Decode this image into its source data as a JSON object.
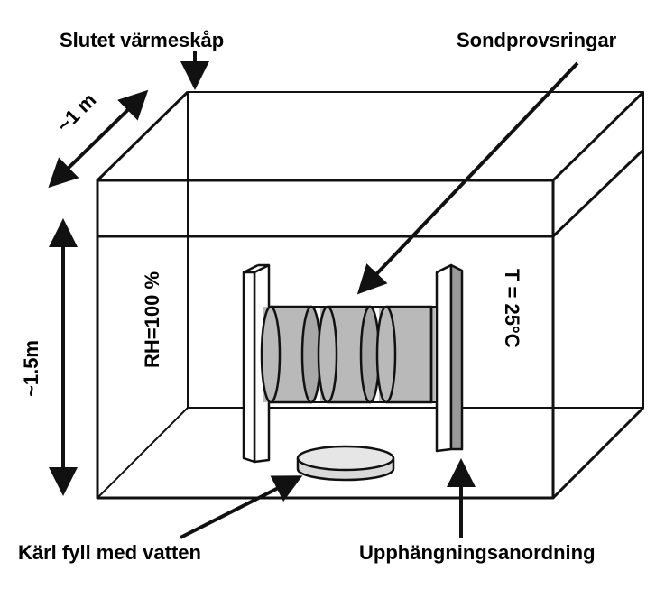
{
  "labels": {
    "cabinet": "Slutet värmeskåp",
    "rings": "Sondprovsringar",
    "depth": "~1 m",
    "height": "~1.5m",
    "humidity": "RH=100 %",
    "temperature": "T = 25°C",
    "water_vessel": "Kärl fyll med vatten",
    "suspension": "Upphängningsanordning"
  },
  "colors": {
    "line": "#111111",
    "ring_fill": "#b9b9b9",
    "ring_dark": "#8c8c8c",
    "background": "#ffffff"
  }
}
